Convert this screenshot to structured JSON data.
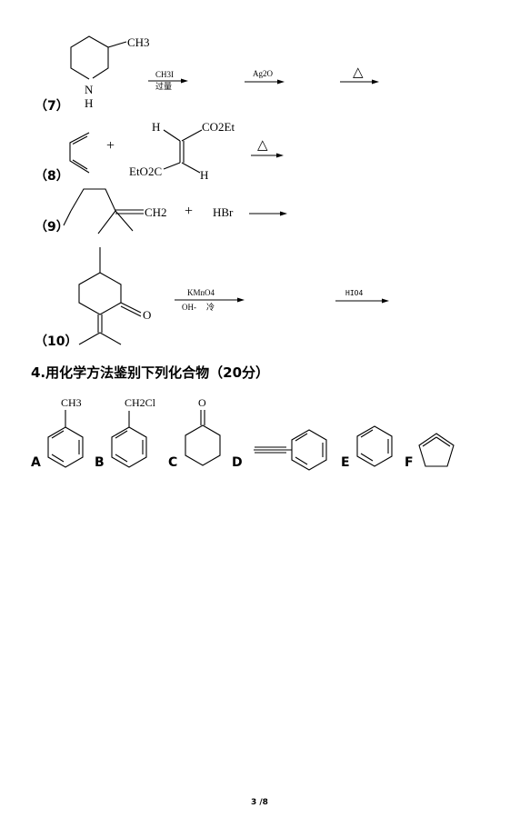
{
  "problems": {
    "p7": {
      "label": "（7）",
      "substituent": "CH3",
      "ring_n": "N",
      "ring_h": "H",
      "reagent1_top": "CH3I",
      "reagent1_bottom": "过量",
      "reagent2_top": "Ag2O",
      "heat_symbol": "△"
    },
    "p8": {
      "label": "（8）",
      "plus": "+",
      "h_top": "H",
      "ester_top": "CO2Et",
      "ester_bottom": "EtO2C",
      "h_bottom": "H",
      "heat_symbol": "△"
    },
    "p9": {
      "label": "（9）",
      "alkene": "CH2",
      "plus": "+",
      "reagent": "HBr"
    },
    "p10": {
      "label": "（10）",
      "carbonyl_o": "O",
      "reagent1_top": "KMnO4",
      "reagent1_bottom_1": "OH-",
      "reagent1_bottom_2": "冷",
      "reagent2_top": "HIO4"
    }
  },
  "question4": {
    "title": "4.用化学方法鉴别下列化合物（20分）",
    "compounds": [
      {
        "letter": "A",
        "substituent": "CH3"
      },
      {
        "letter": "B",
        "substituent": "CH2Cl"
      },
      {
        "letter": "C",
        "substituent": "O"
      },
      {
        "letter": "D",
        "substituent": ""
      },
      {
        "letter": "E",
        "substituent": ""
      },
      {
        "letter": "F",
        "substituent": ""
      }
    ]
  },
  "footer": {
    "page": "3 /8"
  }
}
